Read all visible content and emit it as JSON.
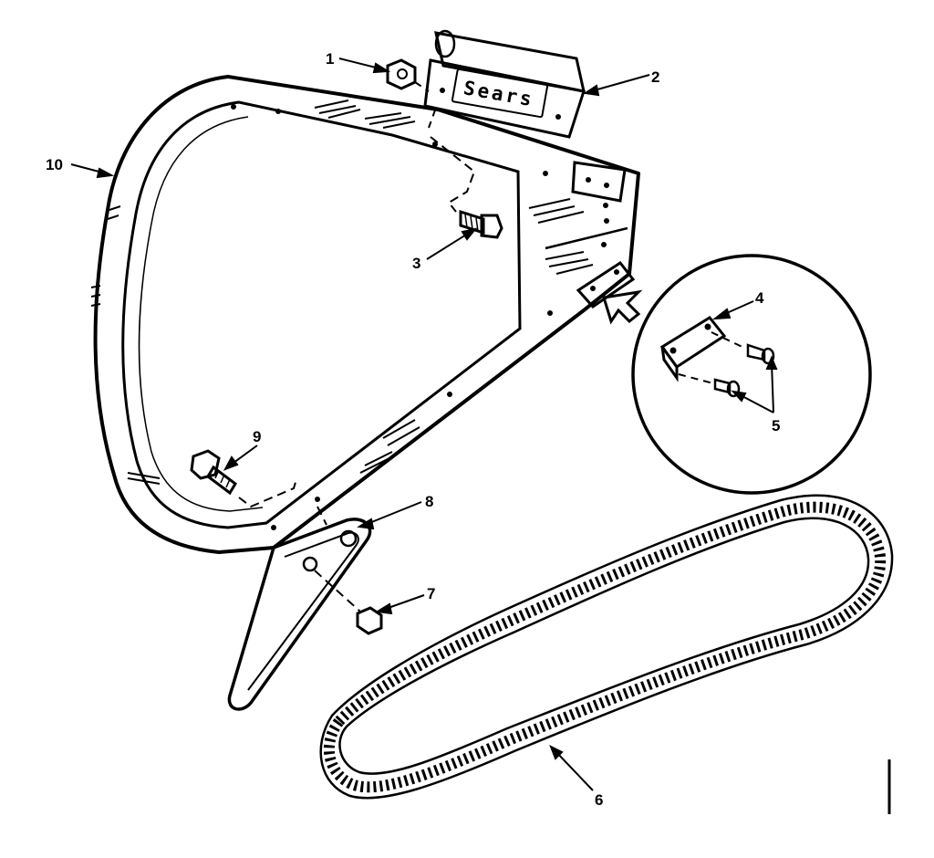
{
  "brand": {
    "logo_text": "Sears"
  },
  "callouts": [
    {
      "label": "1",
      "part": "nut"
    },
    {
      "label": "2",
      "part": "sears-nameplate"
    },
    {
      "label": "3",
      "part": "bolt"
    },
    {
      "label": "4",
      "part": "bracket-plate"
    },
    {
      "label": "5",
      "part": "screws"
    },
    {
      "label": "6",
      "part": "saw-chain"
    },
    {
      "label": "7",
      "part": "bar-nut"
    },
    {
      "label": "8",
      "part": "bar-arm"
    },
    {
      "label": "9",
      "part": "adjuster-bolt"
    },
    {
      "label": "10",
      "part": "guide-bar"
    }
  ]
}
